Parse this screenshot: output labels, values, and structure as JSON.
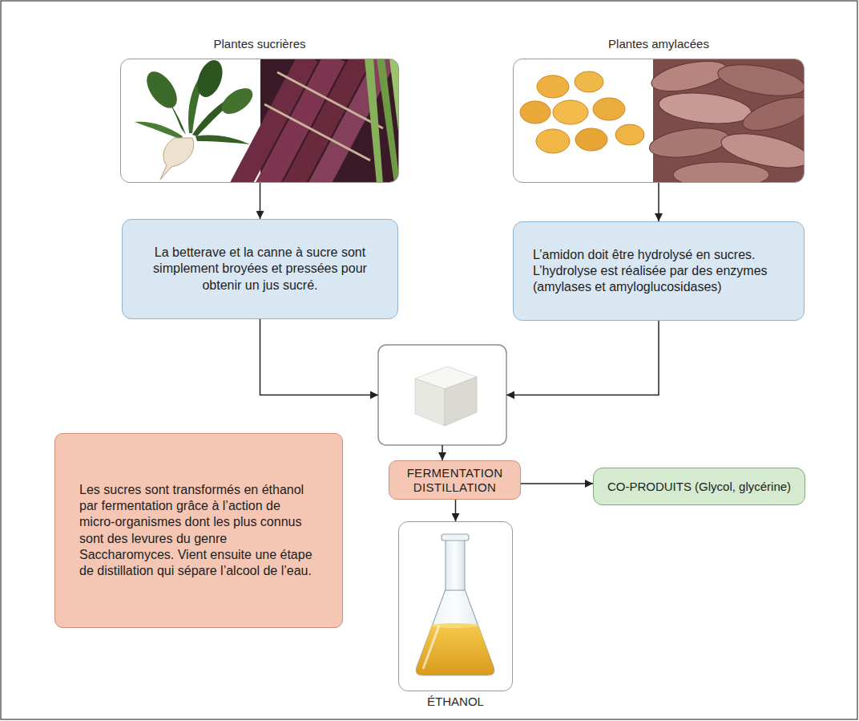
{
  "diagram": {
    "nodes": [
      {
        "text": [
          "Plantes sucrières"
        ]
      },
      {
        "text": [
          "Plantes amylacées"
        ]
      },
      {
        "text": [
          "La betterave et la canne à sucre sont simplement broyées et pressées pour obtenir un jus sucré."
        ]
      },
      {
        "text": [
          "L’amidon doit être hydrolysé en sucres. L’hydrolyse est réalisée par des enzymes (amylases et amyloglucosidases)"
        ]
      },
      {
        "text": [
          "Les sucres sont transformés en éthanol par fermentation grâce à l’action de micro-organismes dont les plus connus sont des levures du genre Saccharomyces. Vient ensuite une étape de distillation qui sépare l’alcool de l’eau."
        ]
      },
      {
        "text": [
          "FERMENTATION DISTILLATION"
        ]
      },
      {
        "text": [
          "CO-PRODUITS (Glycol, glycérine)"
        ]
      },
      {
        "text": [
          "ÉTHANOL"
        ]
      }
    ],
    "edges": [
      {
        "from": 0,
        "to": 2,
        "arrow": "to"
      },
      {
        "from": 1,
        "to": 3,
        "arrow": "to"
      },
      {
        "from": 5,
        "to": 6,
        "arrow": "to"
      },
      {
        "from": 5,
        "to": 7,
        "arrow": "to"
      }
    ]
  }
}
